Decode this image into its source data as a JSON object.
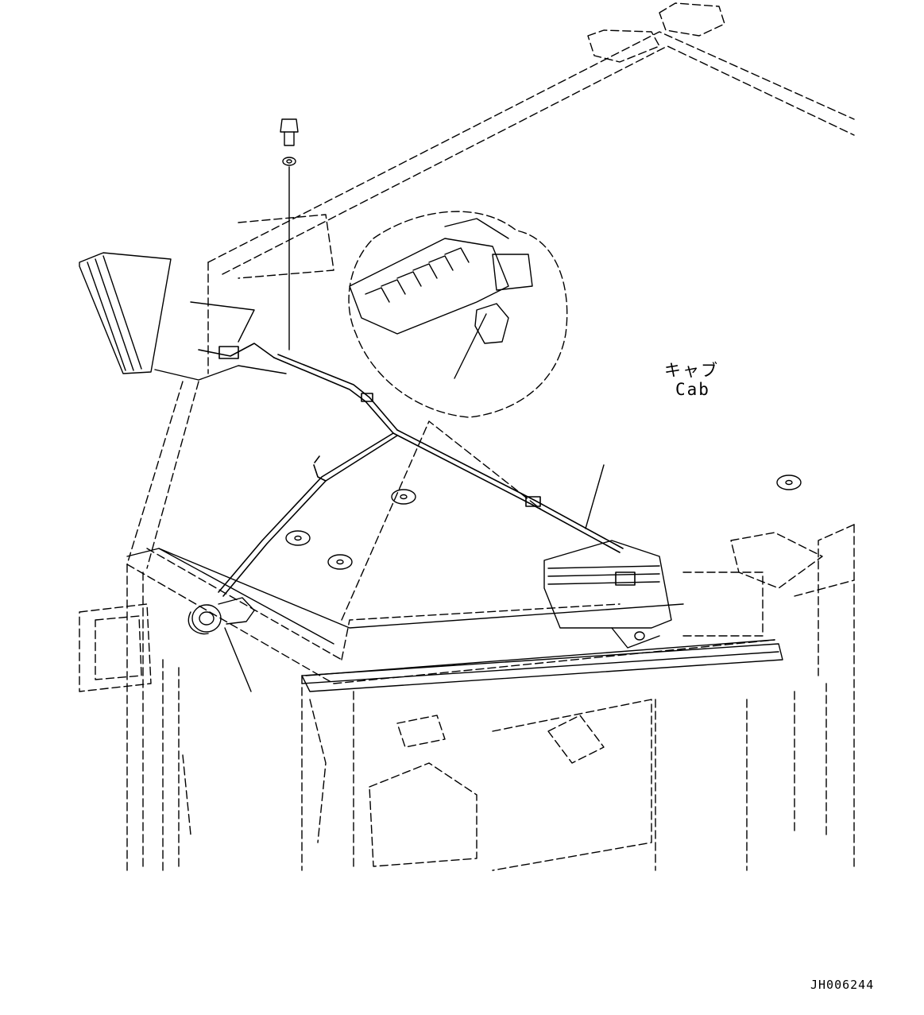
{
  "labels": {
    "cab_jp": "キャブ",
    "cab_en": "Cab",
    "drawing_code": "JH006244"
  },
  "colors": {
    "line": "#000000",
    "background": "#ffffff"
  }
}
